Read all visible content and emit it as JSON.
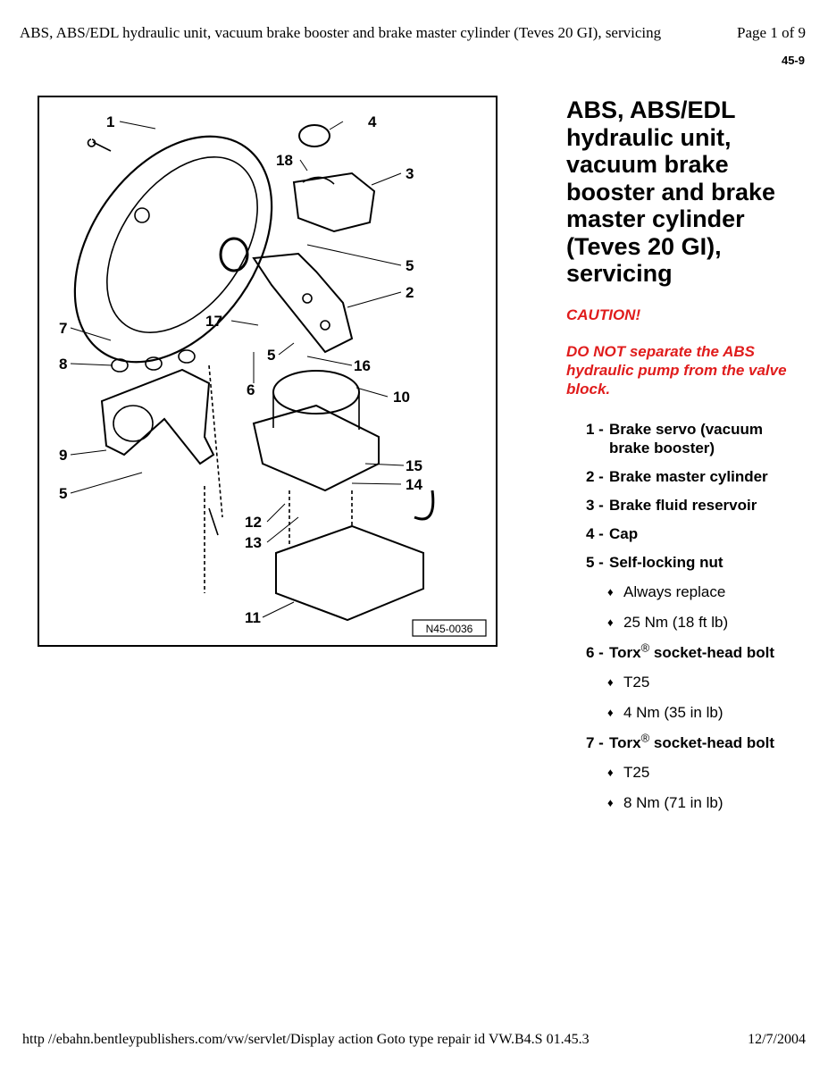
{
  "header": {
    "title": "ABS, ABS/EDL hydraulic unit, vacuum brake booster and brake master cylinder (Teves 20 GI), servicing",
    "page": "Page 1 of 9",
    "section": "45-9"
  },
  "figure": {
    "code": "N45-0036",
    "callouts": [
      "1",
      "2",
      "3",
      "4",
      "5",
      "5",
      "5",
      "6",
      "7",
      "8",
      "9",
      "10",
      "11",
      "12",
      "13",
      "14",
      "15",
      "16",
      "17",
      "18"
    ]
  },
  "doc_title": "ABS, ABS/EDL hydraulic unit, vacuum brake booster and brake master cylinder (Teves 20 GI), servicing",
  "caution": "CAUTION!",
  "warning": "DO NOT separate the ABS hydraulic pump from the valve block.",
  "parts": [
    {
      "num": "1 -",
      "label": "Brake servo (vacuum brake booster)"
    },
    {
      "num": "2 -",
      "label": "Brake master cylinder"
    },
    {
      "num": "3 -",
      "label": "Brake fluid reservoir"
    },
    {
      "num": "4 -",
      "label": "Cap"
    },
    {
      "num": "5 -",
      "label": "Self-locking nut",
      "notes": [
        "Always replace",
        "25 Nm (18 ft lb)"
      ]
    },
    {
      "num": "6 -",
      "label_a": "Torx",
      "reg": "®",
      "label_b": " socket-head bolt",
      "notes": [
        "T25",
        "4 Nm (35 in lb)"
      ]
    },
    {
      "num": "7 -",
      "label_a": "Torx",
      "reg": "®",
      "label_b": " socket-head bolt",
      "notes": [
        "T25",
        "8 Nm (71 in lb)"
      ]
    }
  ],
  "bullet_glyph": "♦",
  "footer": {
    "url": "http //ebahn.bentleypublishers.com/vw/servlet/Display action Goto type repair id VW.B4.S 01.45.3",
    "date": "12/7/2004"
  }
}
